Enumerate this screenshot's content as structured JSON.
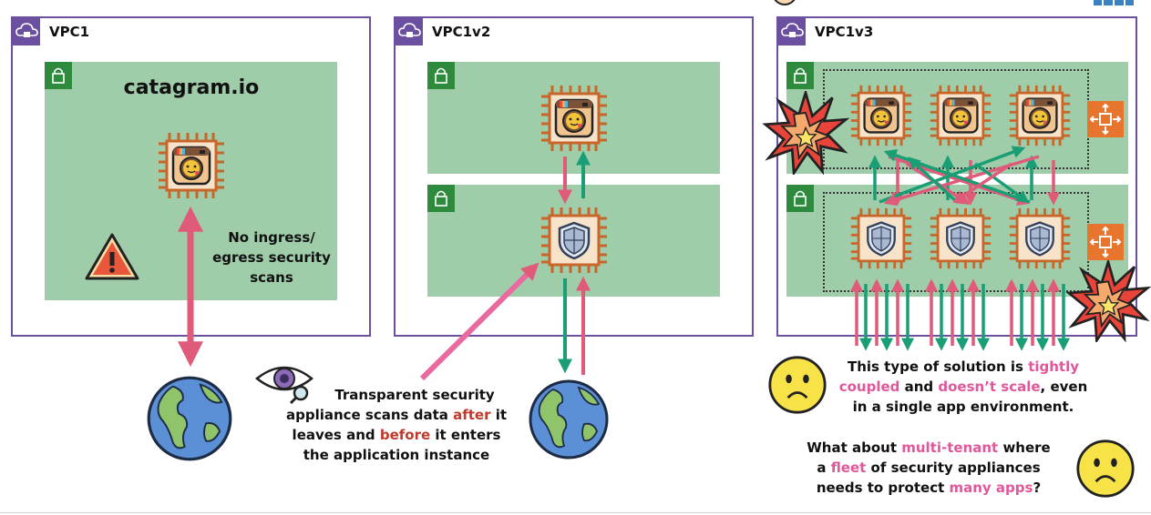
{
  "vpcs": [
    {
      "title": "VPC1"
    },
    {
      "title": "VPC1v2"
    },
    {
      "title": "VPC1v3"
    }
  ],
  "vpc1": {
    "app_title": "catagram.io",
    "note_lines": [
      "No ingress/",
      "egress security",
      "scans"
    ]
  },
  "vpc1v2": {
    "caption": {
      "line1": "Transparent security",
      "line2_pre": "appliance scans data ",
      "line2_hl": "after",
      "line2_post": " it",
      "line3_pre": "leaves and ",
      "line3_hl": "before",
      "line3_post": " it enters",
      "line4": "the application instance"
    }
  },
  "vpc1v3": {
    "caption1": {
      "l1_pre": "This type of solution is ",
      "l1_hl": "tightly",
      "l2_hl1": "coupled",
      "l2_mid": " and ",
      "l2_hl2": "doesn’t scale",
      "l2_post": ", even",
      "l3": "in a single app environment."
    },
    "caption2": {
      "l1_pre": "What about ",
      "l1_hl": "multi-tenant",
      "l1_post": " where",
      "l2_pre": "a ",
      "l2_hl": "fleet",
      "l2_post": " of security appliances",
      "l3_pre": "needs to protect ",
      "l3_hl": "many apps",
      "l3_post": "?"
    }
  },
  "icons": {
    "vpc": "cloud-lock-icon",
    "subnet": "padlock-icon",
    "app": "instagram-camera-chip-icon",
    "appliance": "shield-chip-icon",
    "internet": "globe-icon",
    "warning": "warning-triangle-icon",
    "load_balancer": "load-balancer-icon",
    "explosion": "explosion-icon",
    "eye": "eye-magnifier-icon",
    "face": "worried-face-icon"
  },
  "colors": {
    "vpc_border": "#6b4fa0",
    "subnet_fill": "#9fcdaa",
    "subnet_badge": "#2e8b3e",
    "chip": "#c8662a",
    "arrow_pink": "#e05a7a",
    "arrow_green": "#1a9e75",
    "highlight_pink": "#e0579a",
    "highlight_red": "#c0392b"
  }
}
